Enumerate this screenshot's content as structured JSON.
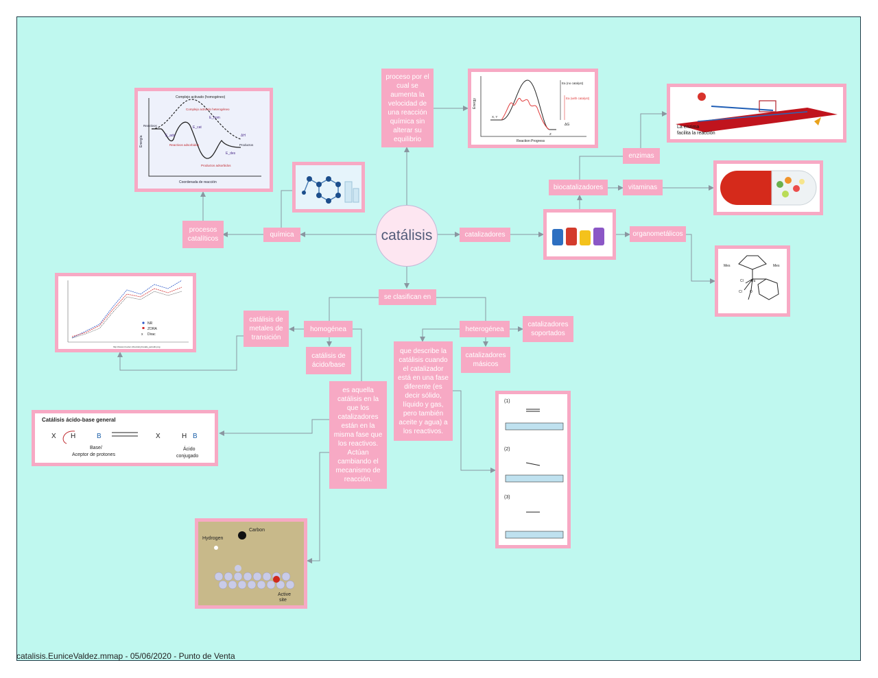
{
  "footer": "catalisis.EuniceValdez.mmap - 05/06/2020 - Punto de Venta",
  "central": "catálisis",
  "nodes": {
    "proceso": "proceso por el cual se aumenta la velocidad de una reacción química sin alterar su equilibrio",
    "quimica": "química",
    "procesos": "procesos catalíticos",
    "catalizadores": "catalizadores",
    "biocatalizadores": "biocatalizadores",
    "enzimas": "enzimas",
    "vitaminas": "vitaminas",
    "organometalicos": "organometálicos",
    "se_clasifican": "se clasifican en",
    "homogenea": "homogénea",
    "heterogenea": "heterogénea",
    "metales": "catálisis de metales de transición",
    "acido_base": "catálisis de ácido/base",
    "homog_def": "es aquella catálisis en la que los catalizadores están en la misma fase que los reactivos. Actúan cambiando el mecanismo de reacción.",
    "heter_def": "que describe la catálisis cuando el catalizador está en una fase diferente (es decir sólido, líquido y gas, pero también aceite y agua) a los reactivos.",
    "soportados": "catalizadores soportados",
    "masicos": "catalizadores másicos"
  },
  "images": {
    "energy_es": {
      "title": "Complejo activado (homogéneo)",
      "complejo_ads": "Complejo activado heterogéneo",
      "reactivos": "Reactivos",
      "reactivos_ads": "Reactivos adsorbidos",
      "productos_ads": "Productos adsorbidos",
      "productos": "Productos",
      "ylabel": "Energía",
      "xlabel": "Coordenada de reacción",
      "e_hom": "E_hom",
      "e_ads": "E_ads",
      "e_cat": "E_cat",
      "e_des": "E_des",
      "dh": "ΔH"
    },
    "energy_en": {
      "ylabel": "Energy",
      "xlabel": "Reaction Progress",
      "ea_no": "Ea (no catalyst)",
      "ea_with": "Ea (with catalyst)",
      "dg": "ΔG",
      "xy": "X, Y",
      "z": "Z"
    },
    "enzyme": {
      "line1": "La enzima",
      "line2": "facilita la reacción"
    },
    "plot": {
      "legend": [
        "NR",
        "ZORA",
        "Dirac"
      ],
      "url": "http://www.mit.edu/~/chemistry/metals_periodic.png"
    },
    "acid_base": {
      "title": "Catálisis ácido-base general",
      "x": "X",
      "h": "H",
      "b": "B",
      "base_label": "Base/",
      "aceptor": "Aceptor de protones",
      "acido": "Ácido",
      "conjugado": "conjugado"
    },
    "surface": {
      "carbon": "Carbon",
      "hydrogen": "Hydrogen",
      "active": "Active",
      "site": "site"
    },
    "stages": {
      "one": "(1)",
      "two": "(2)",
      "three": "(3)"
    },
    "complex": {
      "mes1": "Mes",
      "mes2": "Mes",
      "ru": "Ru",
      "cl1": "Cl",
      "cl2": "Cl",
      "o": "O"
    }
  }
}
